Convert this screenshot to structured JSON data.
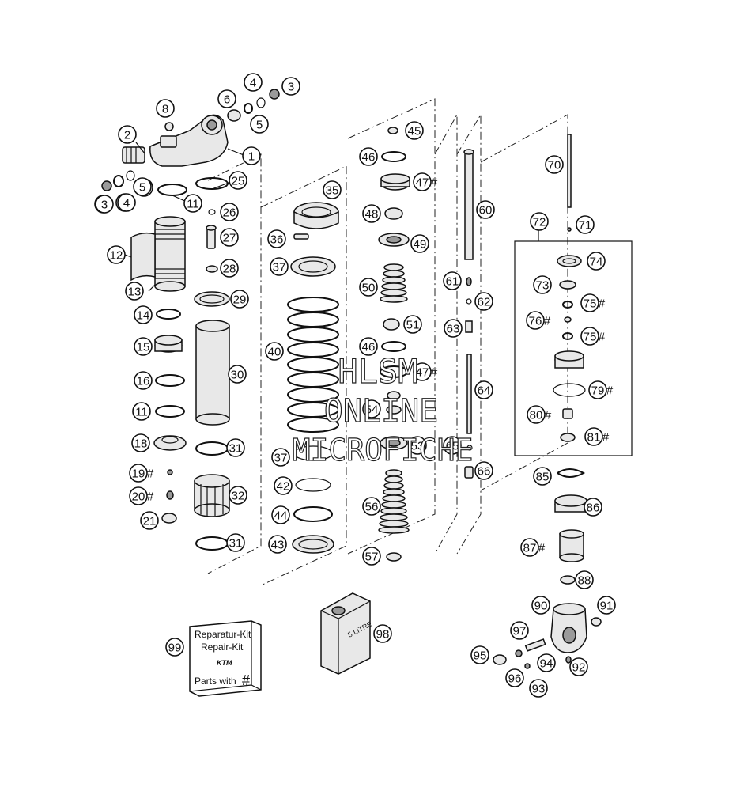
{
  "diagram": {
    "callouts": [
      {
        "n": "1",
        "hash": false
      },
      {
        "n": "2",
        "hash": false
      },
      {
        "n": "3",
        "hash": false
      },
      {
        "n": "4",
        "hash": false
      },
      {
        "n": "5",
        "hash": false
      },
      {
        "n": "6",
        "hash": false
      },
      {
        "n": "8",
        "hash": false
      },
      {
        "n": "3",
        "hash": false
      },
      {
        "n": "4",
        "hash": false
      },
      {
        "n": "5",
        "hash": false
      },
      {
        "n": "4",
        "hash": false
      },
      {
        "n": "3",
        "hash": false
      },
      {
        "n": "5",
        "hash": false
      },
      {
        "n": "11",
        "hash": false
      },
      {
        "n": "12",
        "hash": false
      },
      {
        "n": "13",
        "hash": false
      },
      {
        "n": "14",
        "hash": false
      },
      {
        "n": "15",
        "hash": false
      },
      {
        "n": "16",
        "hash": false
      },
      {
        "n": "11",
        "hash": false
      },
      {
        "n": "18",
        "hash": false
      },
      {
        "n": "19",
        "hash": true
      },
      {
        "n": "20",
        "hash": true
      },
      {
        "n": "21",
        "hash": false
      },
      {
        "n": "25",
        "hash": false
      },
      {
        "n": "26",
        "hash": false
      },
      {
        "n": "27",
        "hash": false
      },
      {
        "n": "28",
        "hash": false
      },
      {
        "n": "29",
        "hash": false
      },
      {
        "n": "30",
        "hash": false
      },
      {
        "n": "31",
        "hash": false
      },
      {
        "n": "32",
        "hash": false
      },
      {
        "n": "31",
        "hash": false
      },
      {
        "n": "35",
        "hash": false
      },
      {
        "n": "36",
        "hash": false
      },
      {
        "n": "37",
        "hash": false
      },
      {
        "n": "40",
        "hash": false
      },
      {
        "n": "37",
        "hash": false
      },
      {
        "n": "42",
        "hash": false
      },
      {
        "n": "44",
        "hash": false
      },
      {
        "n": "43",
        "hash": false
      },
      {
        "n": "45",
        "hash": false
      },
      {
        "n": "46",
        "hash": false
      },
      {
        "n": "47",
        "hash": true
      },
      {
        "n": "48",
        "hash": false
      },
      {
        "n": "49",
        "hash": false
      },
      {
        "n": "50",
        "hash": false
      },
      {
        "n": "51",
        "hash": false
      },
      {
        "n": "46",
        "hash": false
      },
      {
        "n": "47",
        "hash": true
      },
      {
        "n": "54",
        "hash": false
      },
      {
        "n": "53",
        "hash": false
      },
      {
        "n": "56",
        "hash": false
      },
      {
        "n": "57",
        "hash": false
      },
      {
        "n": "60",
        "hash": false
      },
      {
        "n": "61",
        "hash": false
      },
      {
        "n": "62",
        "hash": false
      },
      {
        "n": "63",
        "hash": false
      },
      {
        "n": "64",
        "hash": false
      },
      {
        "n": "65",
        "hash": false
      },
      {
        "n": "66",
        "hash": false
      },
      {
        "n": "70",
        "hash": false
      },
      {
        "n": "71",
        "hash": false
      },
      {
        "n": "72",
        "hash": false
      },
      {
        "n": "74",
        "hash": false
      },
      {
        "n": "73",
        "hash": false
      },
      {
        "n": "75",
        "hash": true
      },
      {
        "n": "76",
        "hash": true
      },
      {
        "n": "75",
        "hash": true
      },
      {
        "n": "79",
        "hash": true
      },
      {
        "n": "80",
        "hash": true
      },
      {
        "n": "81",
        "hash": true
      },
      {
        "n": "85",
        "hash": false
      },
      {
        "n": "86",
        "hash": false
      },
      {
        "n": "87",
        "hash": true
      },
      {
        "n": "88",
        "hash": false
      },
      {
        "n": "90",
        "hash": false
      },
      {
        "n": "91",
        "hash": false
      },
      {
        "n": "97",
        "hash": false
      },
      {
        "n": "94",
        "hash": false
      },
      {
        "n": "95",
        "hash": false
      },
      {
        "n": "96",
        "hash": false
      },
      {
        "n": "93",
        "hash": false
      },
      {
        "n": "92",
        "hash": false
      },
      {
        "n": "98",
        "hash": false
      },
      {
        "n": "99",
        "hash": false
      }
    ],
    "hash_symbol": "#",
    "repair_kit": {
      "line1": "Reparatur-Kit",
      "line2": "Repair-Kit",
      "brand": "KTM",
      "line3": "Parts with",
      "hash": "#"
    },
    "oil_can_label": "5 LITRE",
    "watermark": {
      "line1": "HLSM",
      "line2": "ONLINE",
      "line3": "MICROFICHE"
    }
  }
}
